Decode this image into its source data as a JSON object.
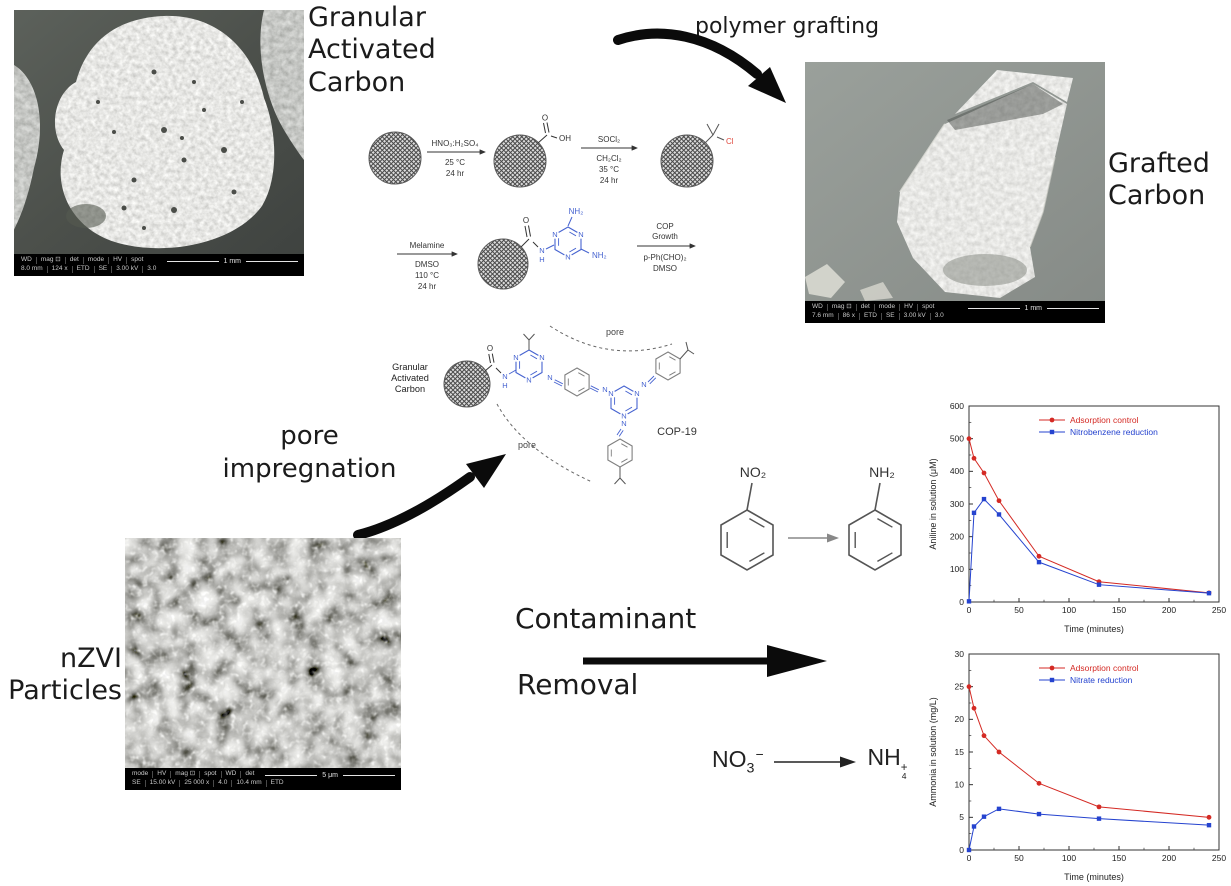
{
  "colors": {
    "chem_blue": "#4663d0",
    "chem_red": "#e04b3f",
    "series_red": "#d42a24",
    "series_blue": "#2543cf",
    "arrow_black": "#0b0b0b"
  },
  "annotations": {
    "granular_activated_carbon": "Granular\nActivated\nCarbon",
    "polymer_grafting": "polymer grafting",
    "grafted_carbon": "Grafted\nCarbon",
    "pore_impregnation": "pore\nimpregnation",
    "nzvi_particles": "nZVI\nParticles",
    "contaminant": "Contaminant",
    "removal": "Removal"
  },
  "sem": {
    "gac": {
      "row1": [
        "WD",
        "mag ⊡",
        "det",
        "mode",
        "HV",
        "spot"
      ],
      "row2": [
        "8.0 mm",
        "124 x",
        "ETD",
        "SE",
        "3.00 kV",
        "3.0"
      ],
      "scale": "1 mm"
    },
    "grafted": {
      "row1": [
        "WD",
        "mag ⊡",
        "det",
        "mode",
        "HV",
        "spot"
      ],
      "row2": [
        "7.6 mm",
        "86 x",
        "ETD",
        "SE",
        "3.00 kV",
        "3.0"
      ],
      "scale": "1 mm"
    },
    "nzvi": {
      "row1": [
        "mode",
        "HV",
        "mag ⊡",
        "spot",
        "WD",
        "det"
      ],
      "row2": [
        "SE",
        "15.00 kV",
        "25 000 x",
        "4.0",
        "10.4 mm",
        "ETD"
      ],
      "scale": "5 μm"
    }
  },
  "chem": {
    "N": "N",
    "H": "H",
    "O": "O",
    "OH": "OH",
    "Cl": "Cl",
    "NH2": "NH₂"
  },
  "scheme": {
    "step1_above": "HNO₃:H₂SO₄",
    "step1_b1": "25 °C",
    "step1_b2": "24 hr",
    "step2_above": "SOCl₂",
    "step2_b1": "CH₂Cl₂",
    "step2_b2": "35 °C",
    "step2_b3": "24 hr",
    "step3_above": "Melamine",
    "step3_b1": "DMSO",
    "step3_b2": "110 °C",
    "step3_b3": "24 hr",
    "step4_a1": "COP",
    "step4_a2": "Growth",
    "step4_b1": "p-Ph(CHO)₂",
    "step4_b2": "DMSO"
  },
  "cop": {
    "gac_l1": "Granular",
    "gac_l2": "Activated",
    "gac_l3": "Carbon",
    "pore_top": "pore",
    "pore_bottom": "pore",
    "name": "COP-19"
  },
  "molecules": {
    "nitro_group": "NO₂",
    "amine_group": "NH₂",
    "no3_base": "NO",
    "no3_sub": "3",
    "no3_sup": "−",
    "nh4_base": "NH",
    "nh4_sub": "4",
    "nh4_sup": "+"
  },
  "chart_data": [
    {
      "type": "line",
      "title": "",
      "xlabel": "Time (minutes)",
      "ylabel": "Aniline in solution (μM)",
      "xlim": [
        0,
        250
      ],
      "ylim": [
        0,
        600
      ],
      "xticks": [
        0,
        50,
        100,
        150,
        200,
        250
      ],
      "yticks": [
        0,
        100,
        200,
        300,
        400,
        500,
        600
      ],
      "x": [
        0,
        5,
        15,
        30,
        70,
        130,
        240
      ],
      "series": [
        {
          "name": "Adsorption control",
          "color": "#d42a24",
          "marker": "circle",
          "values": [
            500,
            440,
            395,
            310,
            140,
            62,
            28
          ]
        },
        {
          "name": "Nitrobenzene reduction",
          "color": "#2543cf",
          "marker": "square",
          "values": [
            2,
            273,
            315,
            268,
            122,
            53,
            27
          ]
        }
      ],
      "legend_position": "top-center",
      "grid": false
    },
    {
      "type": "line",
      "title": "",
      "xlabel": "Time (minutes)",
      "ylabel": "Ammonia in solution (mg/L)",
      "xlim": [
        0,
        250
      ],
      "ylim": [
        0,
        30
      ],
      "xticks": [
        0,
        50,
        100,
        150,
        200,
        250
      ],
      "yticks": [
        0,
        5,
        10,
        15,
        20,
        25,
        30
      ],
      "x": [
        0,
        5,
        15,
        30,
        70,
        130,
        240
      ],
      "series": [
        {
          "name": "Adsorption control",
          "color": "#d42a24",
          "marker": "circle",
          "values": [
            25,
            21.7,
            17.5,
            15,
            10.2,
            6.6,
            5.0
          ]
        },
        {
          "name": "Nitrate reduction",
          "color": "#2543cf",
          "marker": "square",
          "values": [
            0,
            3.6,
            5.1,
            6.3,
            5.5,
            4.8,
            3.8
          ]
        }
      ],
      "legend_position": "top-center",
      "grid": false
    }
  ]
}
